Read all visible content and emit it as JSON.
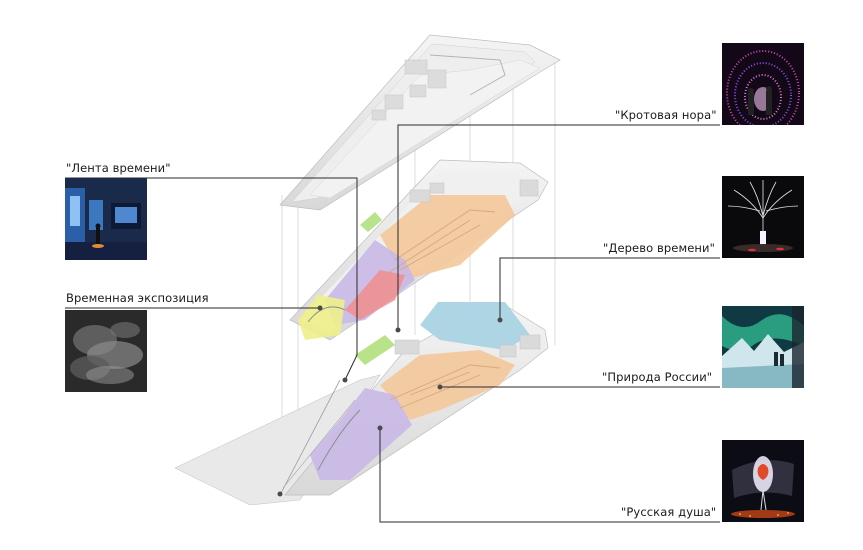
{
  "labels": {
    "wormhole": "\"Кротовая нора\"",
    "timeline": "\"Лента времени\"",
    "tree": "\"Дерево времени\"",
    "temporary": "Временная экспозиция",
    "nature": "\"Природа России\"",
    "soul": "\"Русская душа\""
  },
  "colors": {
    "orange": "#f3c89a",
    "purple": "#c9b8e6",
    "red": "#f08e8c",
    "yellow": "#eef08a",
    "green": "#b9e38a",
    "blue": "#a9d3e3",
    "structure": "#e6e6e6",
    "leader": "#2a2a2a"
  }
}
